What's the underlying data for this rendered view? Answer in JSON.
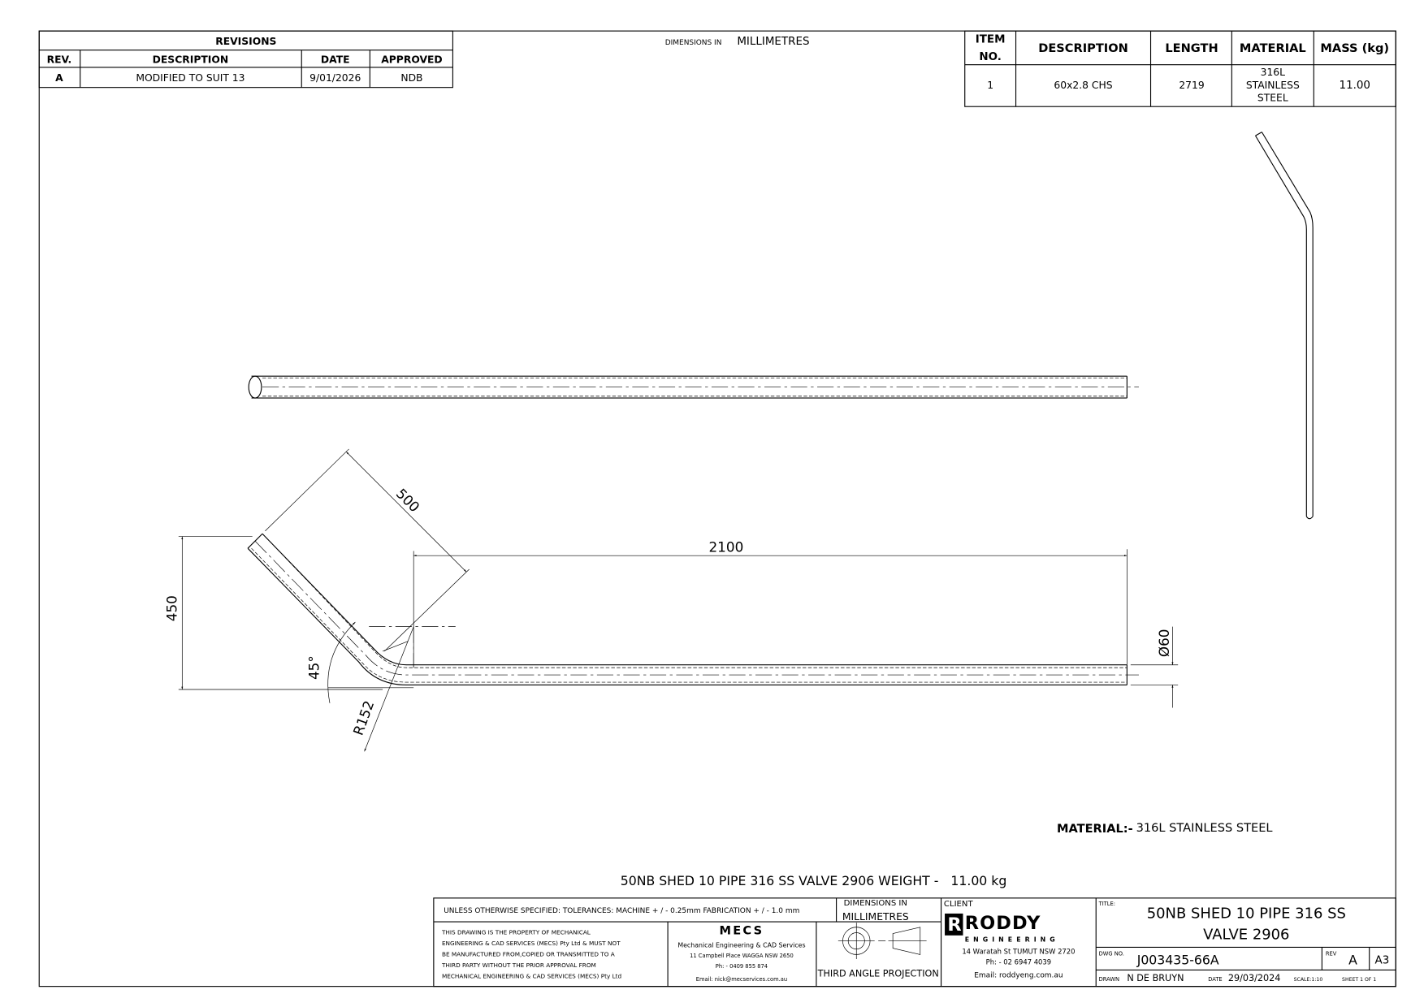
{
  "revisions": {
    "title": "REVISIONS",
    "headers": [
      "REV.",
      "DESCRIPTION",
      "DATE",
      "APPROVED"
    ],
    "rows": [
      [
        "A",
        "MODIFIED TO SUIT 13",
        "9/01/2026",
        "NDB"
      ]
    ]
  },
  "dimensions_note": {
    "prefix": "DIMENSIONS IN",
    "unit": "MILLIMETRES"
  },
  "bom": {
    "headers": [
      "ITEM",
      "NO.",
      "DESCRIPTION",
      "LENGTH",
      "MATERIAL",
      "MASS (kg)"
    ],
    "row": {
      "item": "1",
      "description": "60x2.8 CHS",
      "length": "2719",
      "material_1": "316L",
      "material_2": "STAINLESS",
      "material_3": "STEEL",
      "mass": "11.00"
    }
  },
  "drawing": {
    "dims": {
      "length": "2100",
      "leg": "500",
      "height": "450",
      "angle": "45°",
      "radius": "R152",
      "diameter": "Ø60"
    }
  },
  "material_note": {
    "label": "MATERIAL:-",
    "value": "316L STAINLESS STEEL"
  },
  "weight_note": "50NB SHED 10 PIPE 316 SS VALVE 2906 WEIGHT -   11.00 kg",
  "title_block": {
    "tolerances": "UNLESS OTHERWISE SPECIFIED: TOLERANCES: MACHINE + / - 0.25mm  FABRICATION + / - 1.0 mm",
    "dims_in": "DIMENSIONS IN",
    "dims_unit": "MILLIMETRES",
    "property": [
      "THIS DRAWING IS THE PROPERTY OF MECHANICAL",
      "ENGINEERING & CAD SERVICES (MECS) Pty Ltd & MUST NOT",
      "BE MANUFACTURED FROM,COPIED OR TRANSMITTED TO A",
      "THIRD PARTY WITHOUT THE PRIOR APPROVAL FROM",
      "MECHANICAL ENGINEERING & CAD SERVICES (MECS) Pty Ltd"
    ],
    "mecs": {
      "logo": "MECS",
      "name": "Mechanical Engineering & CAD Services",
      "address": "11 Campbell Place WAGGA NSW 2650",
      "phone": "Ph: - 0409 855 874",
      "email": "Email: nick@mecservices.com.au"
    },
    "projection": "THIRD ANGLE PROJECTION",
    "client_label": "CLIENT",
    "client": {
      "logo": "RODDY",
      "logo_sub": "ENGINEERING",
      "address": "14 Waratah St TUMUT NSW 2720",
      "phone": "Ph: - 02 6947 4039",
      "email": "Email: roddyeng.com.au"
    },
    "title_label": "TITLE:",
    "title_1": "50NB SHED 10 PIPE 316 SS",
    "title_2": "VALVE 2906",
    "dwg_label": "DWG NO.",
    "dwg_no": "J003435-66A",
    "rev_label": "REV",
    "rev": "A",
    "size": "A3",
    "drawn_label": "DRAWN",
    "drawn": "N DE BRUYN",
    "date_label": "DATE",
    "date": "29/03/2024",
    "scale": "SCALE:1:10",
    "sheet": "SHEET 1 OF 1"
  }
}
